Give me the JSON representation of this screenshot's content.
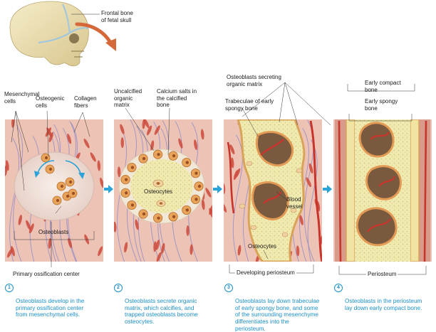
{
  "skull_label": "Frontal bone\nof fetal skull",
  "panels": [
    {
      "labels": {
        "mesenchymal": "Mesenchymal\ncells",
        "osteogenic": "Osteogenic\ncells",
        "collagen": "Collagen\nfibers",
        "osteoblasts": "Osteoblasts",
        "center": "Primary ossification center"
      },
      "step": "1",
      "caption": "Osteoblasts develop in the\nprimary ossification center\nfrom mesenchymal cells."
    },
    {
      "labels": {
        "uncalcified": "Uncalcified\norganic\nmatrix",
        "calcium": "Calcium salts in\nthe calcified\nbone",
        "osteocytes": "Osteocytes"
      },
      "step": "2",
      "caption": "Osteoblasts secrete organic\nmatrix, which calcifies, and\ntrapped osteoblasts become\nosteocytes."
    },
    {
      "labels": {
        "secreting": "Osteoblasts secreting\norganic matrix",
        "trabeculae": "Trabeculae of early\nspongy bone",
        "blood_vessel": "Blood\nvessel",
        "osteocytes": "Osteocytes",
        "periosteum": "Developing periosteum"
      },
      "step": "3",
      "caption": "Osteoblasts lay down trabeculae\nof early spongy bone, and some\nof the surrounding mesenchyme\ndifferentiates into the\nperiosteum."
    },
    {
      "labels": {
        "compact": "Early compact\nbone",
        "spongy": "Early spongy\nbone",
        "periosteum": "Periosteum"
      },
      "step": "4",
      "caption": "Osteoblasts in the periosteum\nlay down early compact bone."
    }
  ],
  "colors": {
    "tissue": "#e9b9a9",
    "fiber": "#8a86c9",
    "cell": "#cc4a3c",
    "osteoblast": "#e8a45a",
    "bone": "#f3e7a9",
    "vessel": "#c8342c",
    "arrow": "#2aa3d8",
    "caption": "#1b8fc9"
  }
}
